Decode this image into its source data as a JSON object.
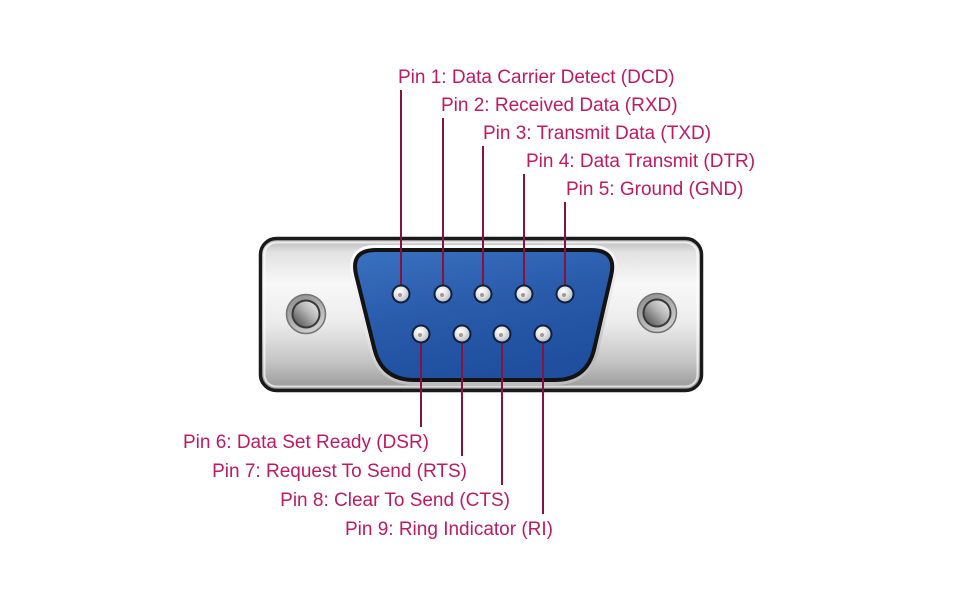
{
  "diagram": {
    "pins": [
      {
        "number": 1,
        "label": "Pin 1: Data Carrier Detect (DCD)"
      },
      {
        "number": 2,
        "label": "Pin 2: Received Data (RXD)"
      },
      {
        "number": 3,
        "label": "Pin 3: Transmit Data (TXD)"
      },
      {
        "number": 4,
        "label": "Pin 4: Data Transmit (DTR)"
      },
      {
        "number": 5,
        "label": "Pin 5: Ground (GND)"
      },
      {
        "number": 6,
        "label": "Pin 6: Data Set Ready (DSR)"
      },
      {
        "number": 7,
        "label": "Pin 7: Request To Send (RTS)"
      },
      {
        "number": 8,
        "label": "Pin 8: Clear To Send (CTS)"
      },
      {
        "number": 9,
        "label": "Pin 9: Ring Indicator (RI)"
      }
    ],
    "colors": {
      "label_text": "#bd1a62",
      "leader_line": "#85123f",
      "shell_blue": "#2a5cac",
      "body_metal": "#d9d9d9",
      "outline": "#1a1a1a",
      "background": "#ffffff"
    }
  }
}
